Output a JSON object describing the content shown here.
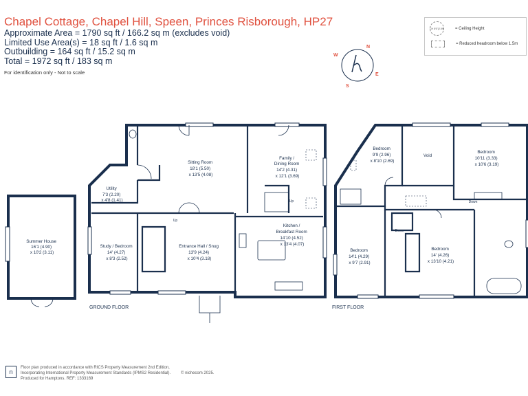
{
  "header": {
    "title": "Chapel Cottage, Chapel Hill, Speen, Princes Risborough, HP27",
    "area_lines": [
      "Approximate Area = 1790 sq ft / 166.2 sq m (excludes void)",
      "Limited Use Area(s) = 18 sq ft / 1.6 sq m",
      "Outbuilding = 164 sq ft / 15.2 sq m",
      "Total = 1972 sq ft / 183 sq m"
    ],
    "note": "For identification only - Not to scale"
  },
  "legend": {
    "ceiling_symbol": "CH 8'6\"(2.59)",
    "ceiling_label": "= Ceiling Height",
    "reduced_label": "= Reduced headroom below 1.5m"
  },
  "compass": {
    "n": "N",
    "e": "E",
    "s": "S",
    "w": "W"
  },
  "floors": {
    "ground": "GROUND FLOOR",
    "first": "FIRST FLOOR"
  },
  "rooms": {
    "summer_house": [
      "Summer House",
      "16'1 (4.90)",
      "x 10'2 (3.11)"
    ],
    "utility": [
      "Utility",
      "7'3 (2.20)",
      "x 4'8 (1.41)"
    ],
    "sitting": [
      "Sitting Room",
      "18'1 (5.50)",
      "x 13'5 (4.08)"
    ],
    "family": [
      "Family /",
      "Dining Room",
      "14'2 (4.31)",
      "x 12'1 (3.69)"
    ],
    "study": [
      "Study / Bedroom",
      "14' (4.27)",
      "x 8'3 (2.52)"
    ],
    "hall": [
      "Entrance Hall / Snug",
      "13'9 (4.24)",
      "x 10'4 (3.18)"
    ],
    "kitchen": [
      "Kitchen /",
      "Breakfast Room",
      "14'10 (4.52)",
      "x 13'4 (4.07)"
    ],
    "bed1": [
      "Bedroom",
      "9'9 (2.96)",
      "x 8'10 (2.69)"
    ],
    "void": [
      "Void"
    ],
    "bed2": [
      "Bedroom",
      "10'11 (3.33)",
      "x 10'6 (3.19)"
    ],
    "bed3": [
      "Bedroom",
      "14'1 (4.29)",
      "x 9'7 (2.91)"
    ],
    "bed4": [
      "Bedroom",
      "14' (4.26)",
      "x 13'10 (4.21)"
    ]
  },
  "markers": {
    "up1": "Up",
    "up2": "Up",
    "down1": "Down",
    "down2": "Down"
  },
  "footer": {
    "lines": [
      "Floor plan produced in accordance with RICS Property Measurement 2nd Edition,",
      "Incorporating International Property Measurement Standards (IPMS2 Residential).",
      "Produced for Hamptons.   REF:  1333169"
    ],
    "copyright": "© nichecom 2025."
  },
  "colors": {
    "title": "#e0513f",
    "text": "#1a2f4d",
    "wall": "#1a2f4d"
  }
}
